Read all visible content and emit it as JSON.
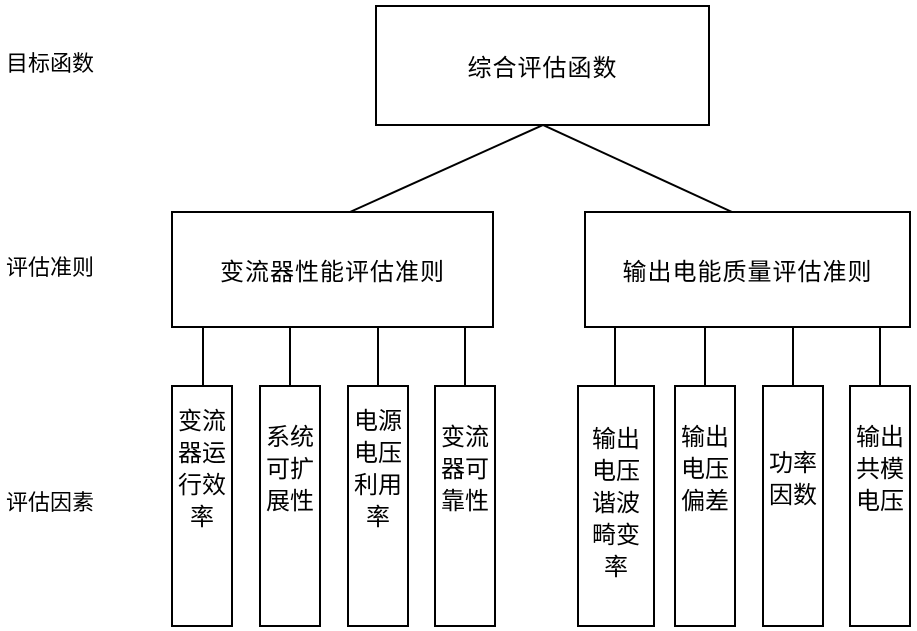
{
  "row_labels": {
    "objective": "目标函数",
    "criteria": "评估准则",
    "factors": "评估因素"
  },
  "root": {
    "label": "综合评估函数"
  },
  "criteria": [
    {
      "label": "变流器性能评估准则",
      "factors": [
        {
          "text": "变流器运行效率"
        },
        {
          "text": "系统可扩展性"
        },
        {
          "text": "电源电压利用率"
        },
        {
          "text": "变流器可靠性"
        }
      ]
    },
    {
      "label": "输出电能质量评估准则",
      "factors": [
        {
          "text": "输出电压谐波畸变率"
        },
        {
          "text": "输出电压偏差"
        },
        {
          "text": "功率因数"
        },
        {
          "text": "输出共模电压"
        }
      ]
    }
  ]
}
